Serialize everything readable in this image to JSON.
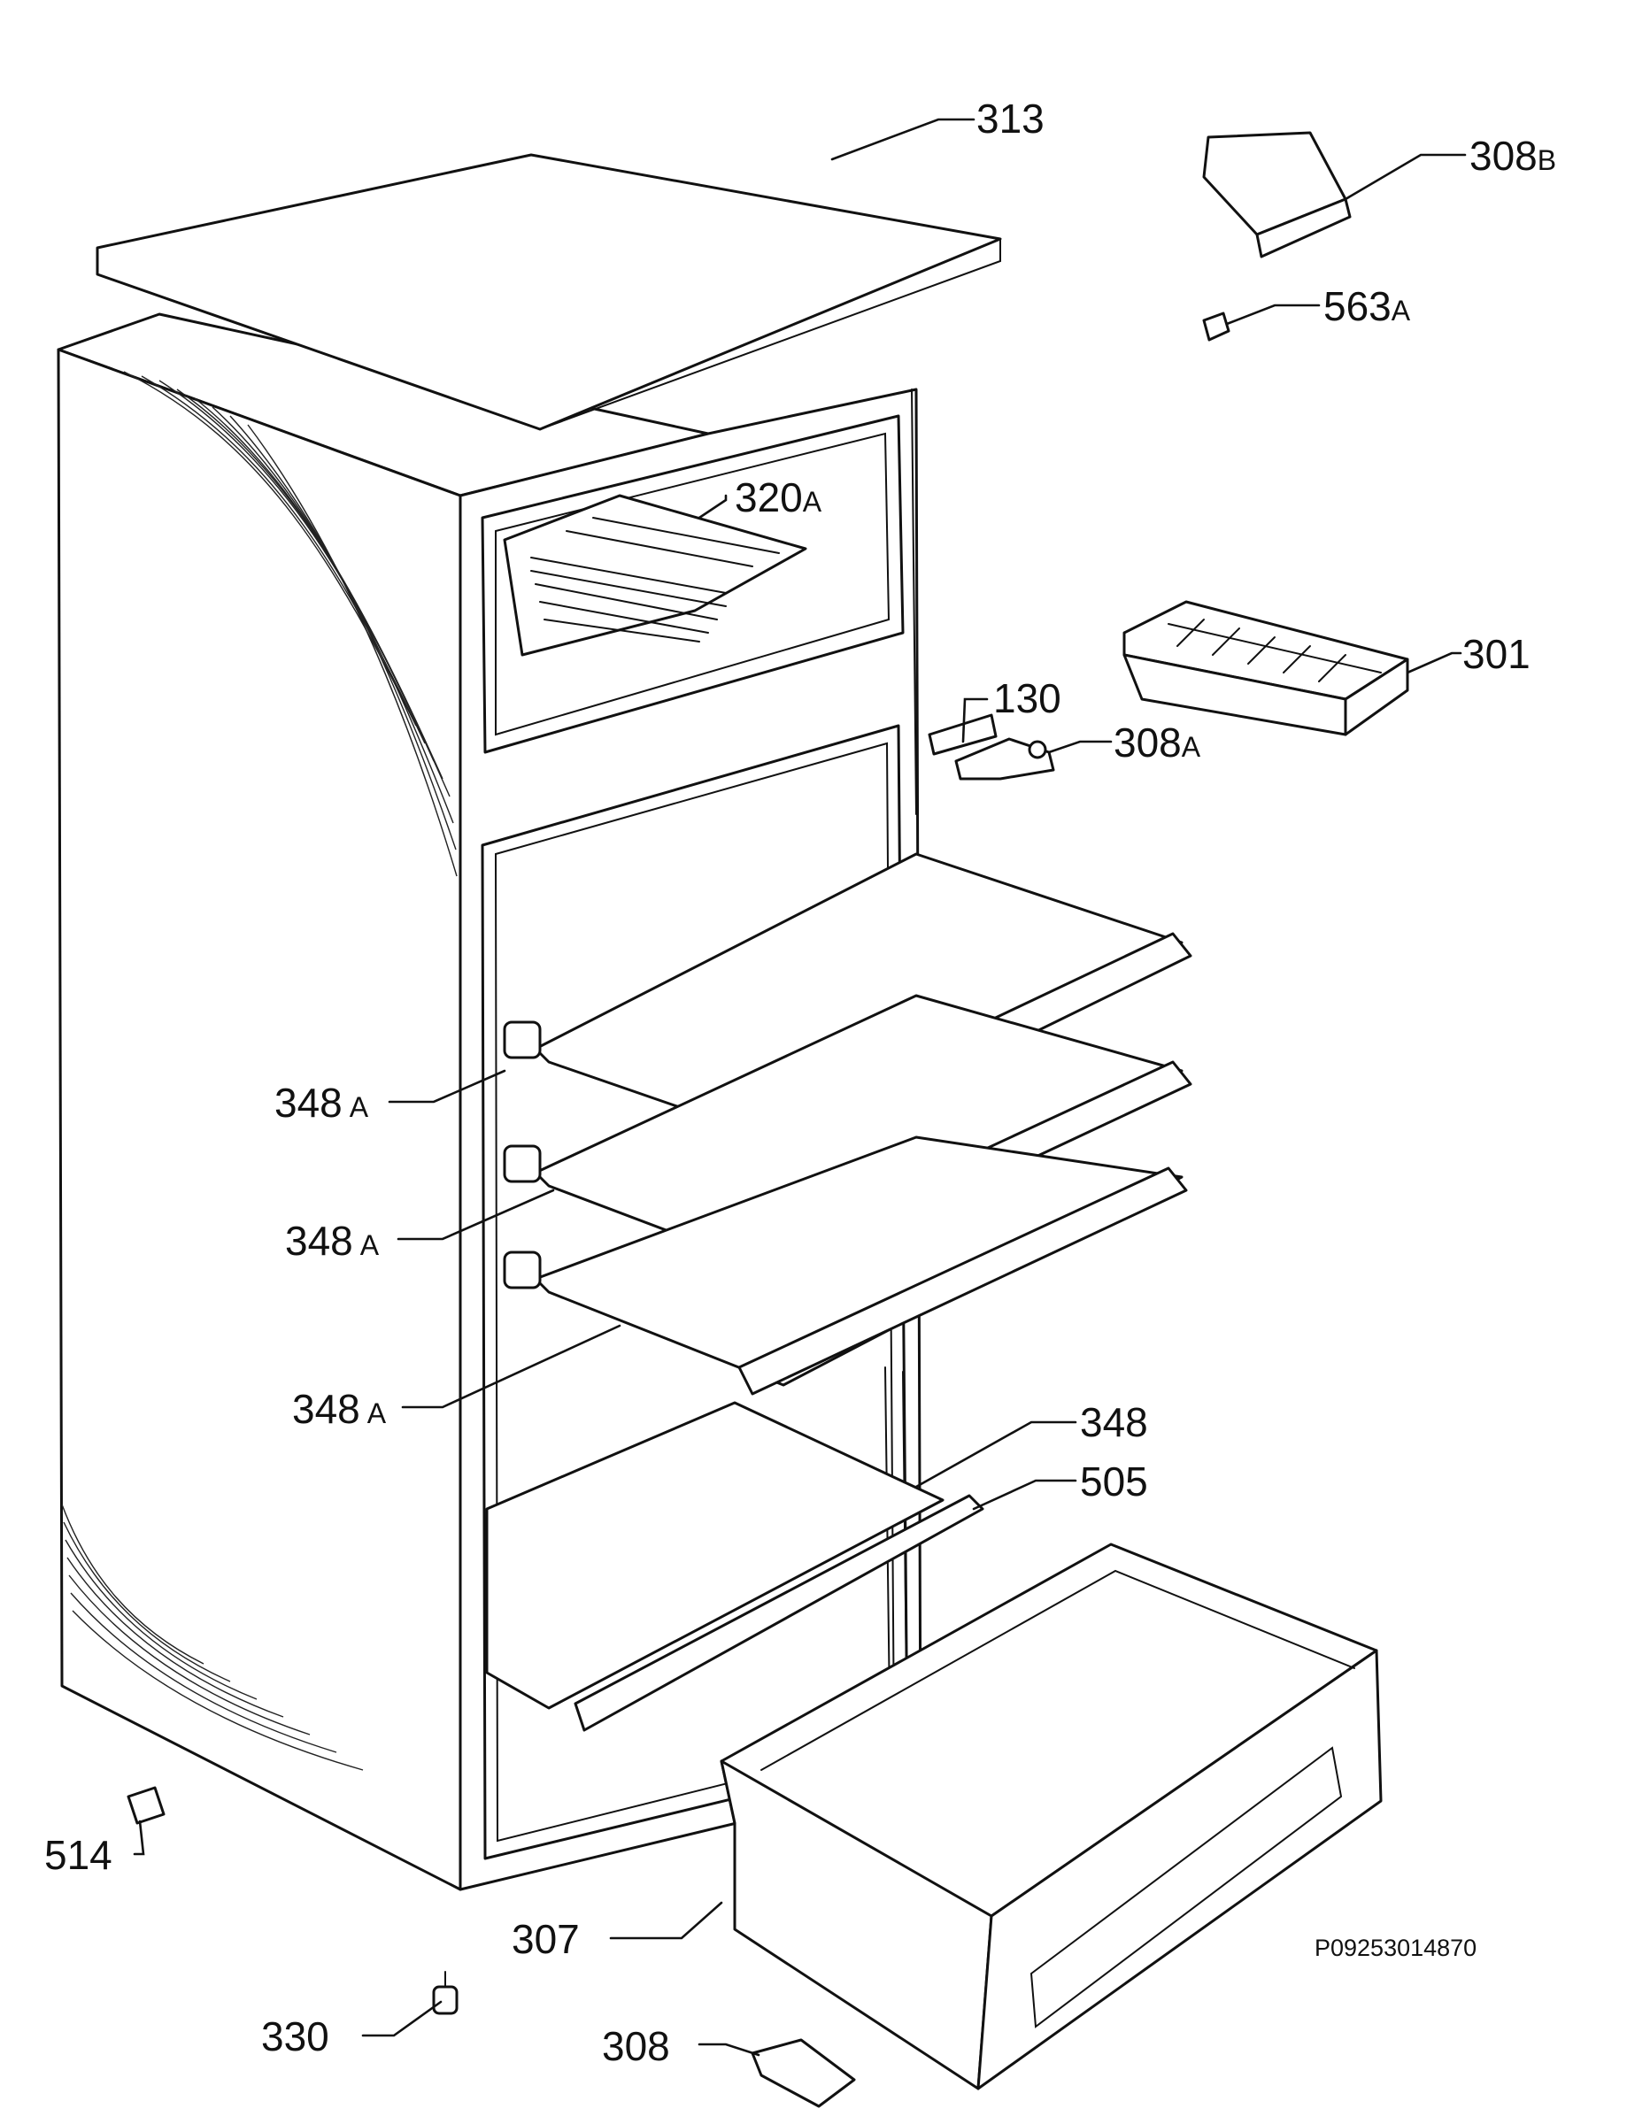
{
  "labels": {
    "l313": "313",
    "l308b": {
      "num": "308",
      "suffix": "B"
    },
    "l563a": {
      "num": "563",
      "suffix": "A"
    },
    "l320a": {
      "num": "320",
      "suffix": "A"
    },
    "l301": "301",
    "l130": "130",
    "l308a": {
      "num": "308",
      "suffix": "A"
    },
    "l348a_1": {
      "num": "348",
      "suffix": "A"
    },
    "l348a_2": {
      "num": "348",
      "suffix": "A"
    },
    "l348a_3": {
      "num": "348",
      "suffix": "A"
    },
    "l348": "348",
    "l505": "505",
    "l514": "514",
    "l307": "307",
    "l308": "308",
    "l330": "330"
  },
  "reference_code": "P09253014870"
}
